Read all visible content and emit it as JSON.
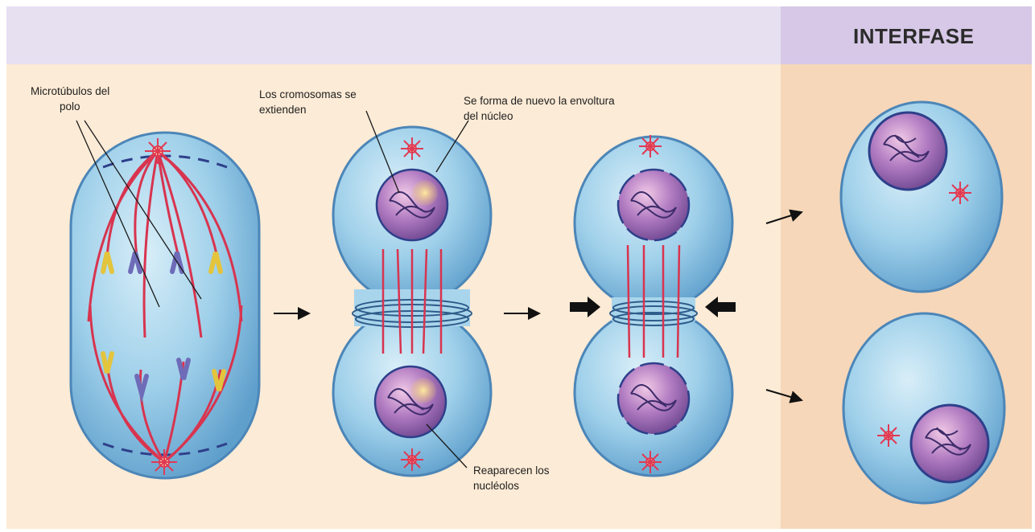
{
  "header": {
    "phase_title": "INTERFASE"
  },
  "labels": {
    "polar_microtubules": [
      "Microtúbulos del",
      "polo"
    ],
    "chromosomes_extend": [
      "Los cromosomas se",
      "extienden"
    ],
    "nuclear_envelope": [
      "Se forma de nuevo la envoltura",
      "del núcleo"
    ],
    "nucleoli": [
      "Reaparecen los",
      "nucléolos"
    ]
  },
  "colors": {
    "header_band": "#e6e0f1",
    "header_band_accent": "#d6c8e6",
    "panel_left": "#fcebd6",
    "panel_right": "#f6d7b9",
    "cell_fill": "#9fd0ea",
    "cell_edge": "#4c86b8",
    "spindle": "#d8344f",
    "nucleus": "#a26bb0",
    "chromatin": "#3e2c6a"
  }
}
